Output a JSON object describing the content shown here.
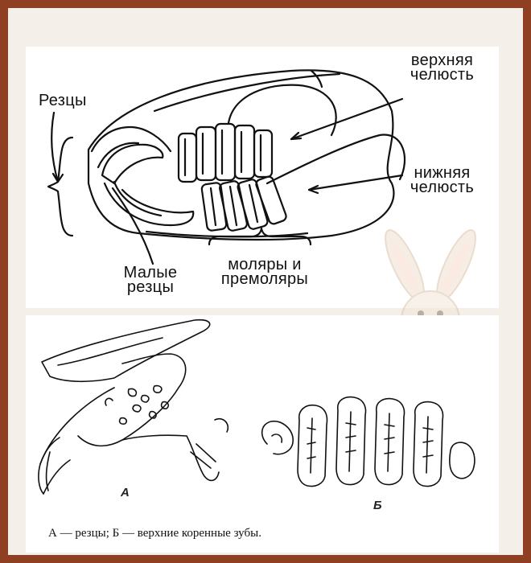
{
  "diagram_top": {
    "labels": {
      "incisors": "Резцы",
      "upper_jaw_line1": "верхняя",
      "upper_jaw_line2": "челюсть",
      "lower_jaw_line1": "нижняя",
      "lower_jaw_line2": "челюсть",
      "small_incisors_line1": "Малые",
      "small_incisors_line2": "резцы",
      "molars_line1": "моляры и",
      "molars_line2": "премоляры"
    }
  },
  "diagram_bottom": {
    "tag_a": "А",
    "tag_b": "Б",
    "caption": "А — резцы;  Б — верхние коренные зубы."
  },
  "colors": {
    "frame": "#8f3f22",
    "ink": "#111111"
  },
  "icons": [
    "bunny-mascot-icon"
  ]
}
